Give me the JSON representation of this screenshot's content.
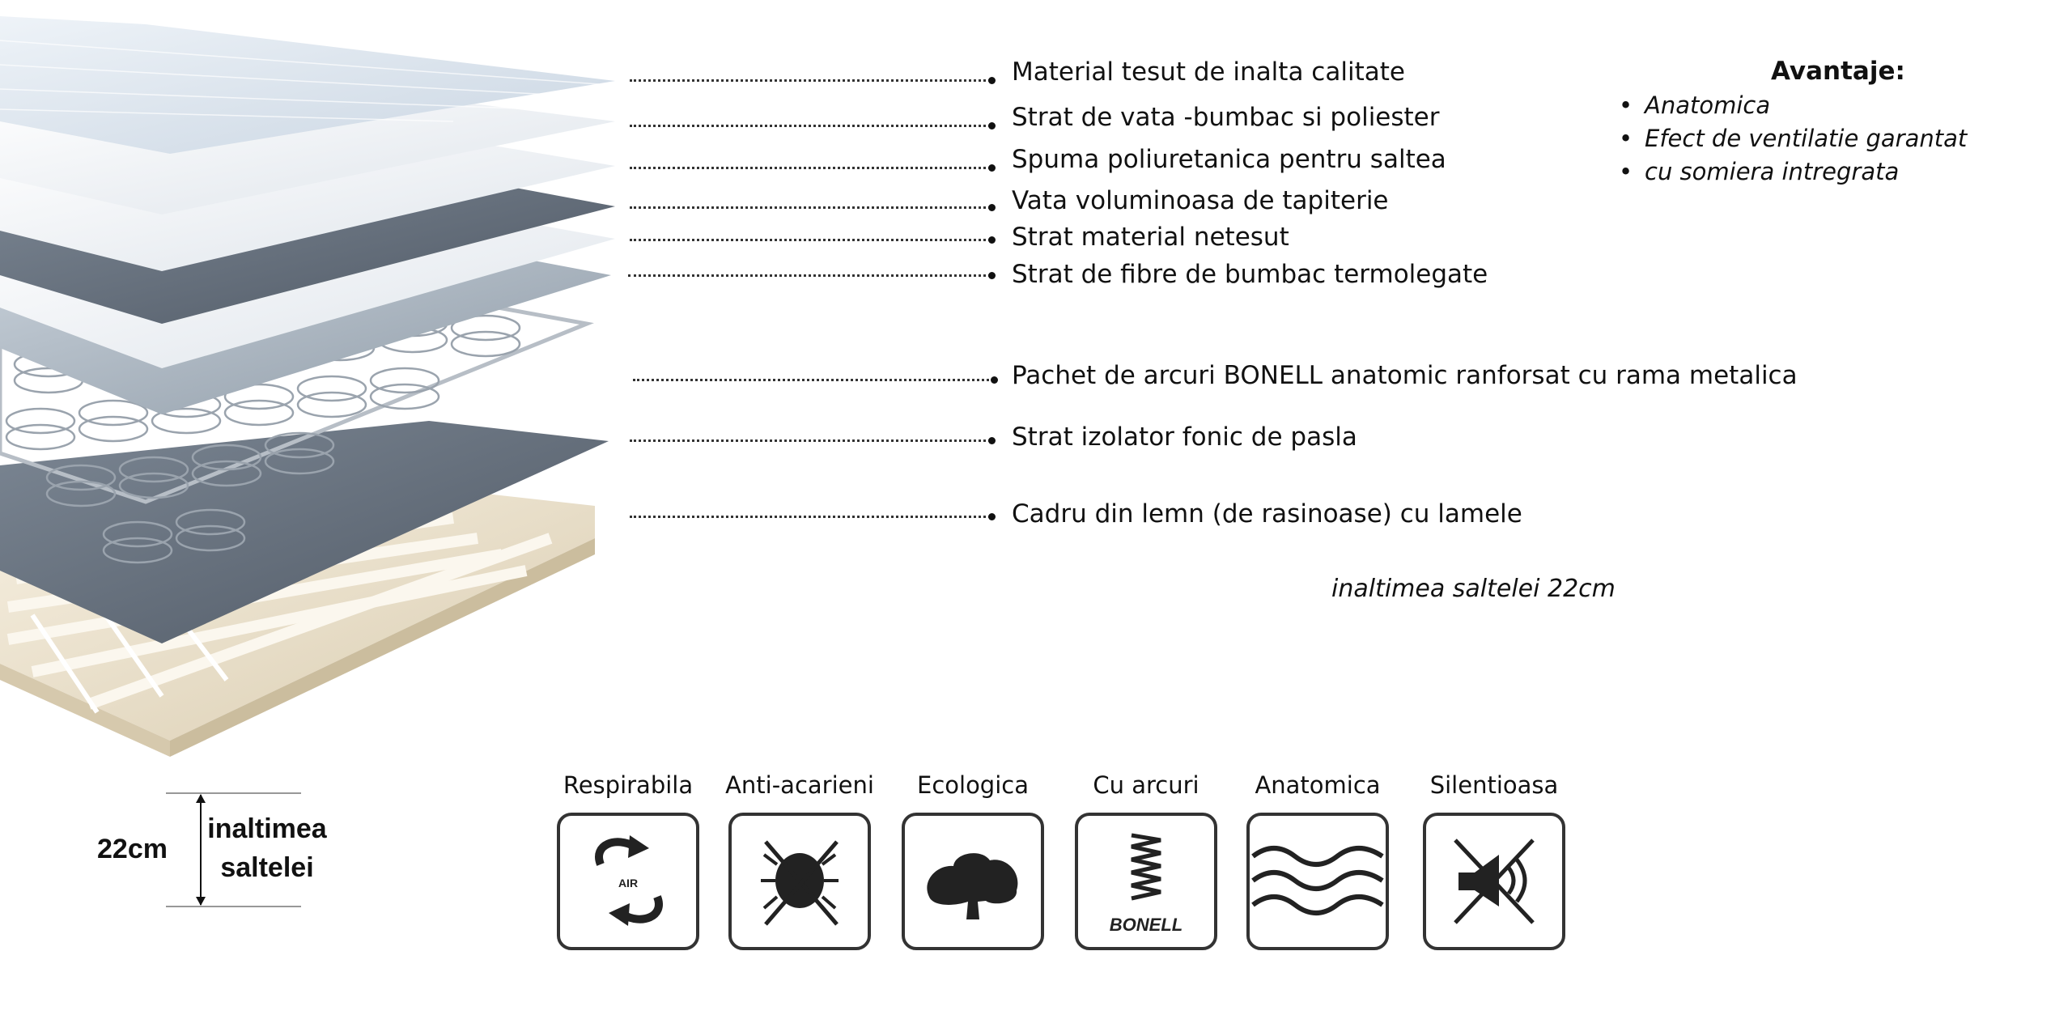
{
  "layers": [
    "Material tesut de inalta calitate",
    "Strat de vata  -bumbac si poliester",
    "Spuma poliuretanica pentru saltea",
    "Vata voluminoasa de tapiterie",
    "Strat material netesut",
    "Strat de fibre de bumbac termolegate",
    "Pachet de arcuri BONELL anatomic ranforsat cu rama metalica",
    "Strat izolator fonic de pasla",
    "Cadru din lemn (de rasinoase) cu lamele"
  ],
  "advantages": {
    "title": "Avantaje:",
    "items": [
      "Anatomica",
      "Efect de ventilatie garantat",
      "cu somiera  intregrata"
    ]
  },
  "height_note": "inaltimea saltelei 22cm",
  "dimension": {
    "value": "22cm",
    "caption_line1": "inaltimea",
    "caption_line2": "saltelei"
  },
  "features": [
    {
      "label": "Respirabila",
      "icon": "air-circulation-icon"
    },
    {
      "label": "Anti-acarieni",
      "icon": "no-mites-icon"
    },
    {
      "label": "Ecologica",
      "icon": "tree-icon"
    },
    {
      "label": "Cu arcuri",
      "icon": "bonell-spring-icon",
      "icon_text": "BONELL"
    },
    {
      "label": "Anatomica",
      "icon": "waves-icon"
    },
    {
      "label": "Silentioasa",
      "icon": "no-noise-icon"
    }
  ],
  "colors": {
    "fabric": "#dfe8f1",
    "dark_layer": "#5b6572",
    "felt": "#59616d",
    "wood": "#efe6d2",
    "text": "#111111"
  }
}
